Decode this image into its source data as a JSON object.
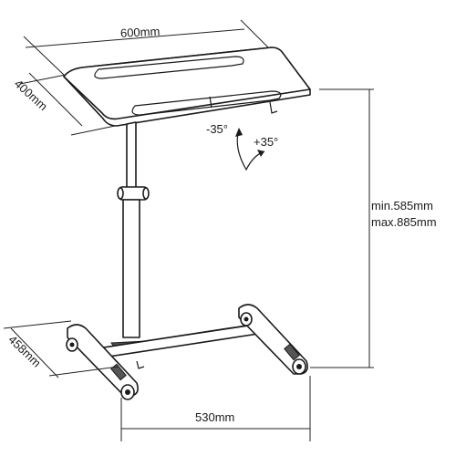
{
  "dimensions": {
    "width_top": "600mm",
    "depth_top": "400mm",
    "tilt_min": "-35°",
    "tilt_max": "+35°",
    "height_min": "min.585mm",
    "height_max": "max.885mm",
    "base_depth": "458mm",
    "base_width": "530mm"
  },
  "colors": {
    "line": "#1a1a1a",
    "fill": "#ffffff",
    "accent_dark": "#555555"
  }
}
